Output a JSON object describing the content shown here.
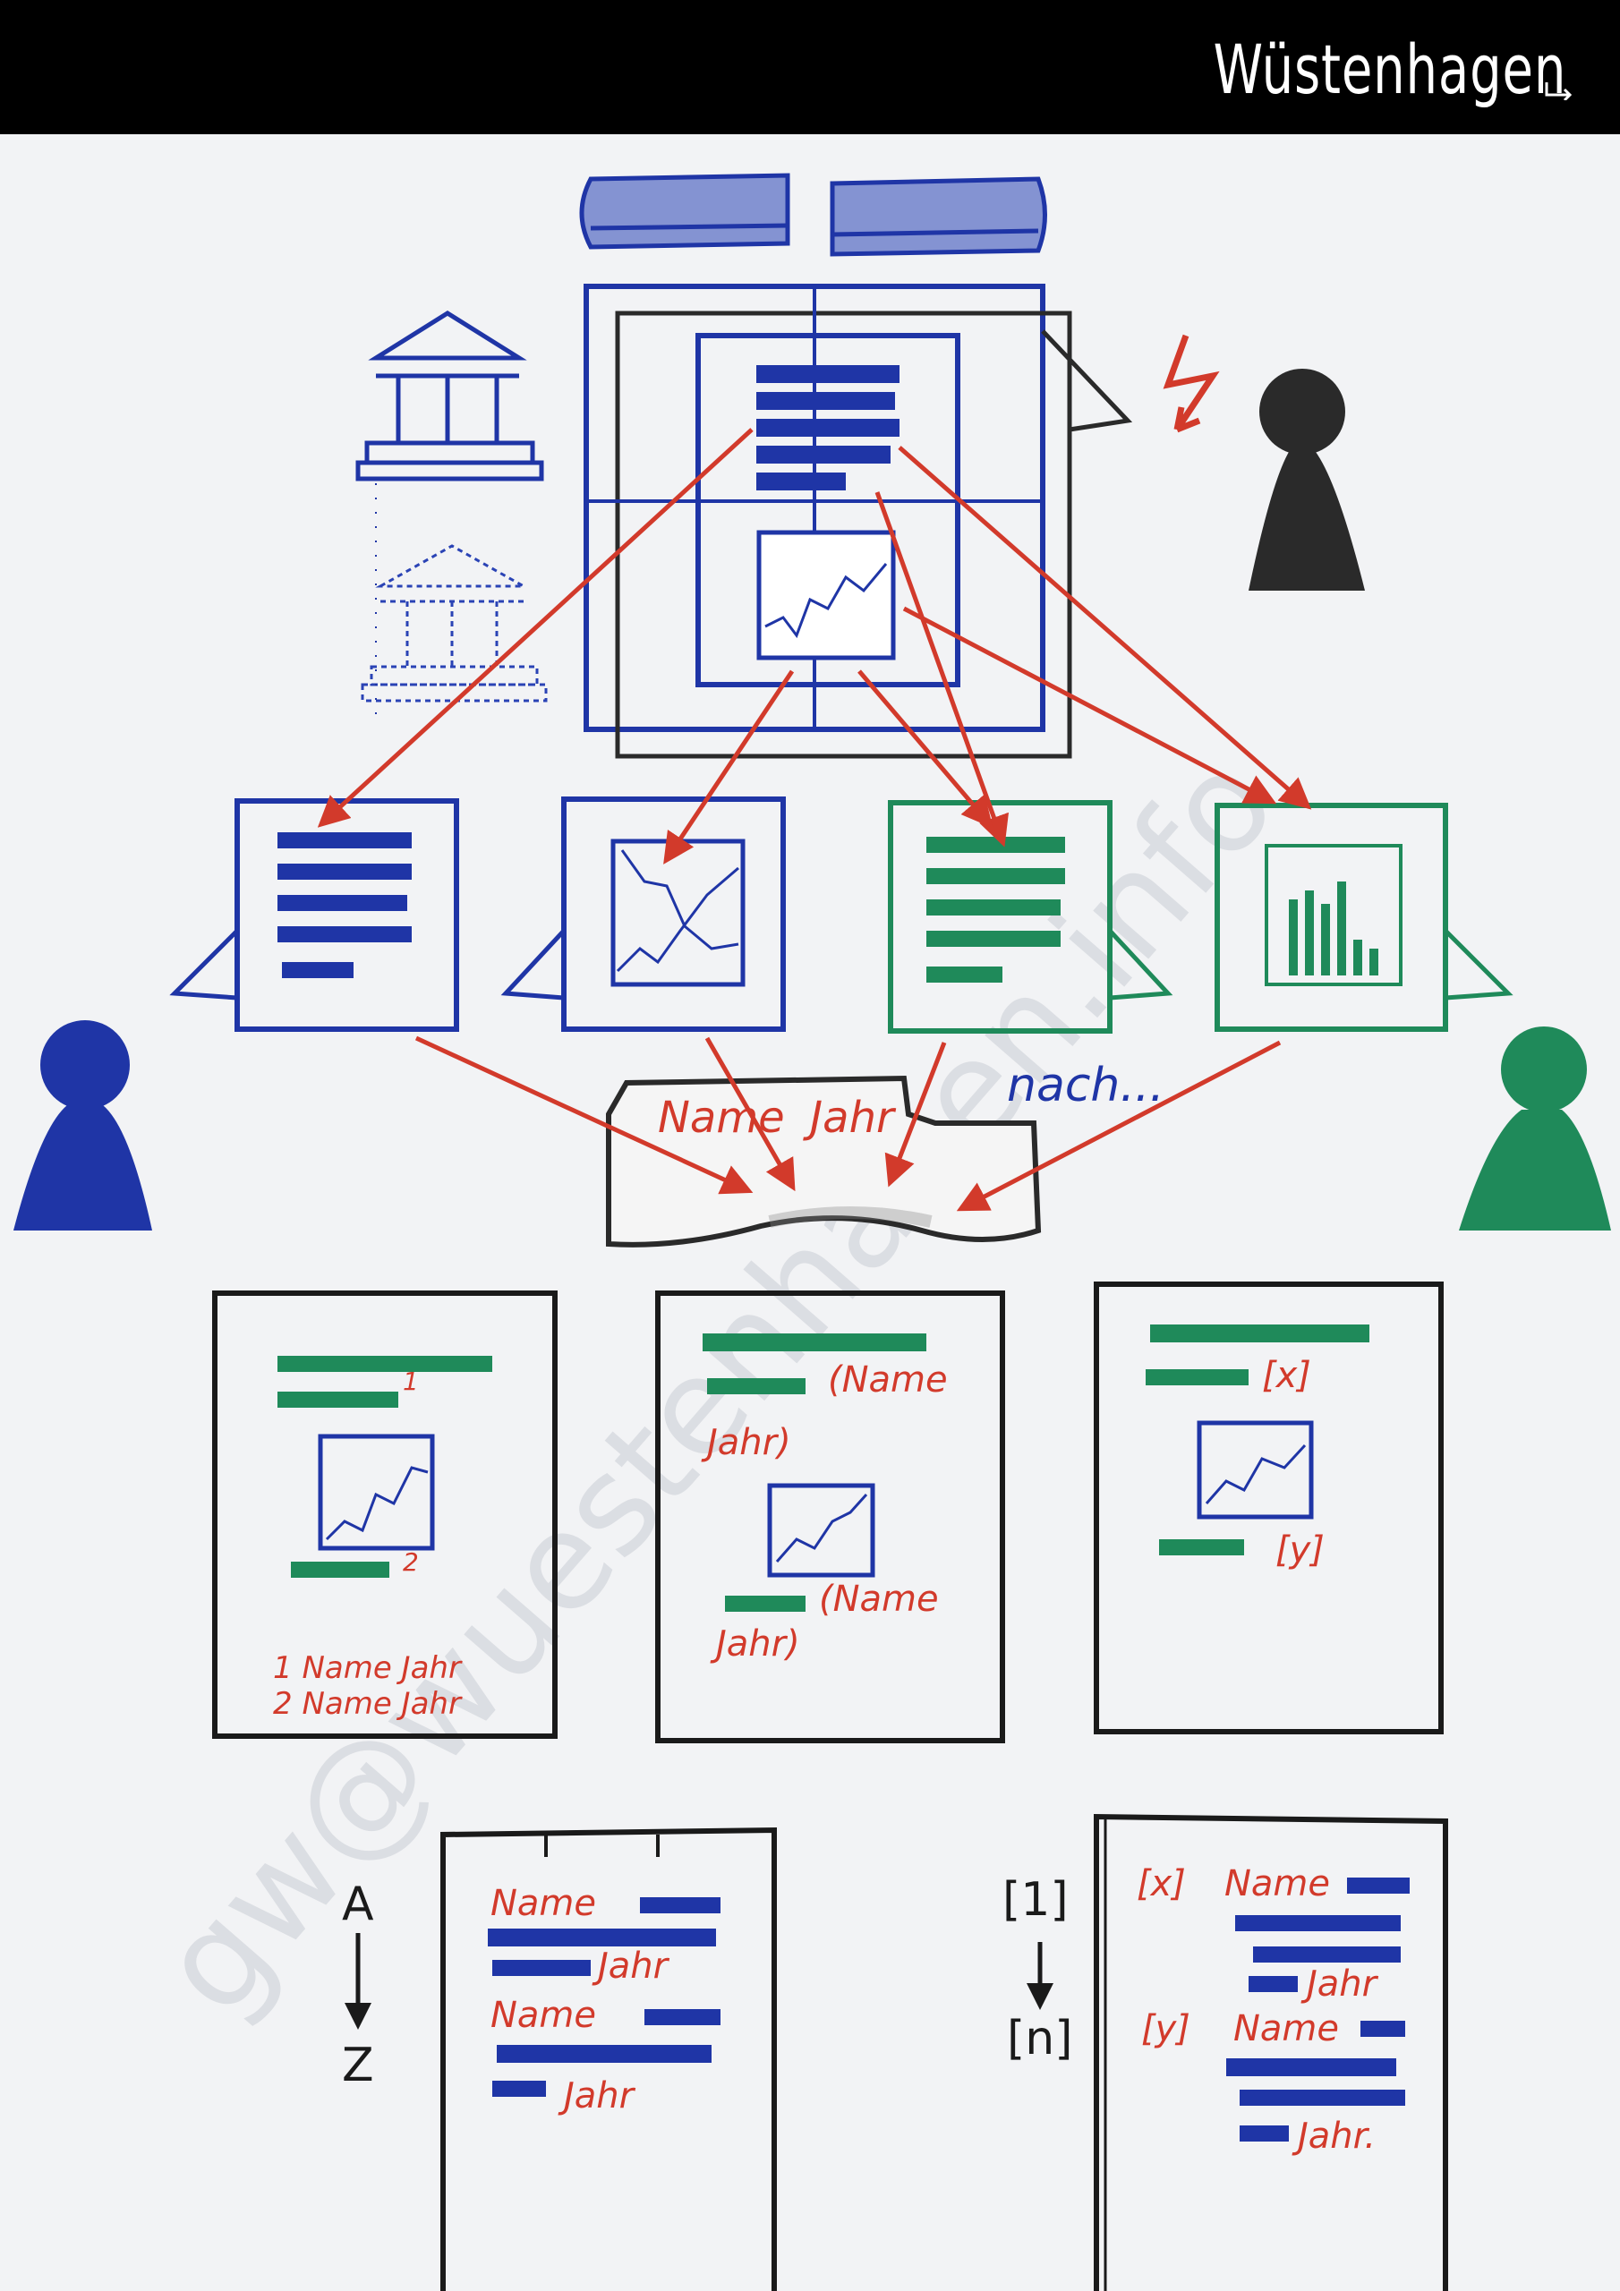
{
  "brand": {
    "name": "Wüstenhagen"
  },
  "watermark": {
    "text": "gw@wuestenhagen.info"
  },
  "colors": {
    "blue": "#1f35a6",
    "green": "#1f8a5a",
    "red": "#d23a2b",
    "black": "#1a1a1a",
    "paper": "#f2f3f5"
  },
  "labels": {
    "box_label_1": "Name",
    "box_label_2": "Jahr",
    "nach": "nach...",
    "ref1": "1",
    "ref2": "2",
    "doc1_foot1": "1 Name Jahr",
    "doc1_foot2": "2 Name Jahr",
    "doc2_cite1a": "(Name",
    "doc2_cite1b": "Jahr)",
    "doc2_cite2a": "(Name",
    "doc2_cite2b": "Jahr)",
    "doc3_x": "[x]",
    "doc3_y": "[y]",
    "sort_a": "A",
    "sort_z": "Z",
    "num_start": "[1]",
    "num_end": "[n]",
    "bib1_name1": "Name",
    "bib1_year1": "Jahr",
    "bib1_name2": "Name",
    "bib1_year2": "Jahr",
    "bib2_x": "[x]",
    "bib2_name1": "Name",
    "bib2_year1": "Jahr",
    "bib2_y": "[y]",
    "bib2_name2": "Name",
    "bib2_year2": "Jahr."
  }
}
